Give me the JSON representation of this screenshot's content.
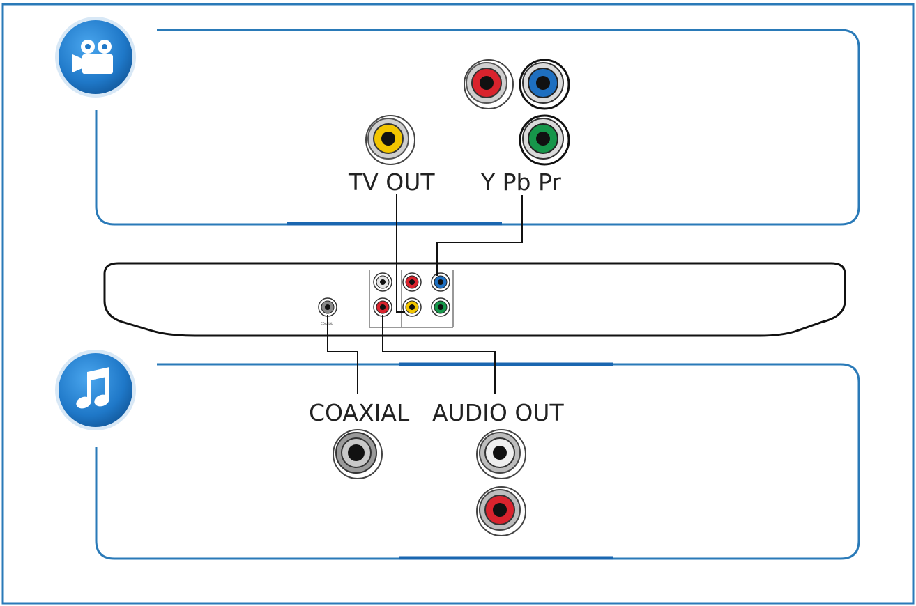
{
  "icons": {
    "video": "video-camera-icon",
    "audio": "music-note-icon"
  },
  "labels": {
    "tv_out": "TV OUT",
    "ypbpr": "Y Pb Pr",
    "coaxial": "COAXIAL",
    "audio_out": "AUDIO OUT"
  },
  "colors": {
    "frame": "#2a7ab8",
    "icon_bg": "#1e78c8",
    "yellow": "#f2c500",
    "red": "#d9232d",
    "blue": "#1e6fc0",
    "green": "#16964a",
    "white_jack": "#e6e6e6",
    "gray_jack": "#8a8a8a"
  }
}
